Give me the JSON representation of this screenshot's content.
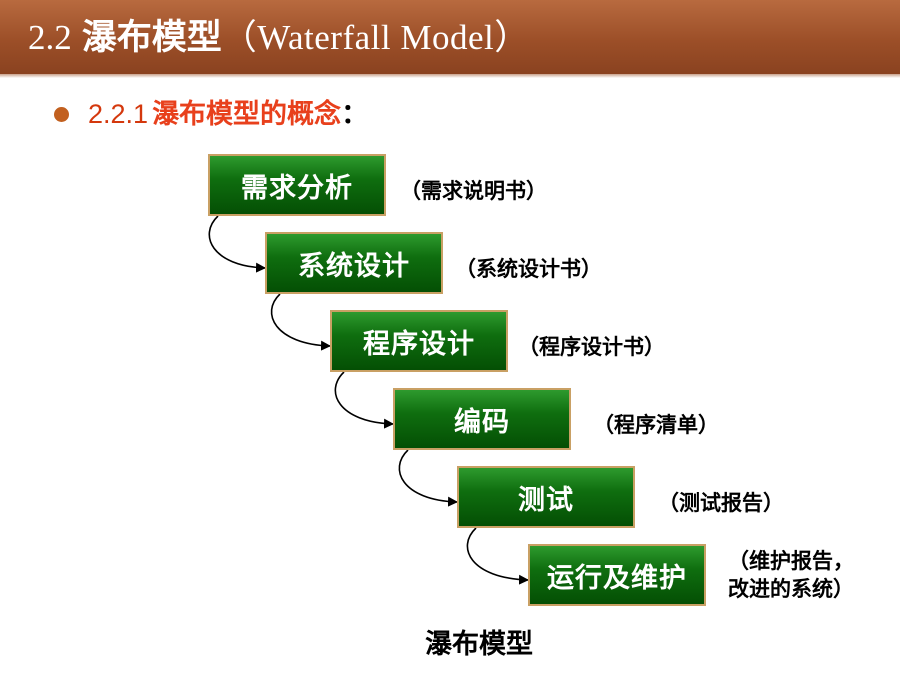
{
  "header": {
    "number": "2.2",
    "title_zh": "瀑布模型",
    "title_en": "（Waterfall Model）"
  },
  "subtitle": {
    "number": "2.2.1",
    "text": "瀑布模型的概念",
    "colon": "："
  },
  "steps": [
    {
      "label": "需求分析",
      "doc": "（需求说明书）"
    },
    {
      "label": "系统设计",
      "doc": "（系统设计书）"
    },
    {
      "label": "程序设计",
      "doc": "（程序设计书）"
    },
    {
      "label": "编码",
      "doc": "（程序清单）"
    },
    {
      "label": "测试",
      "doc": "（测试报告）"
    },
    {
      "label": "运行及维护",
      "doc": "（维护报告，改进的系统）"
    }
  ],
  "caption": "瀑布模型",
  "colors": {
    "header_background": "#9c4f28",
    "step_fill": "#0f6e0f",
    "step_border": "#c9a064",
    "subtitle_text": "#e8401c",
    "bullet": "#c2601f"
  }
}
